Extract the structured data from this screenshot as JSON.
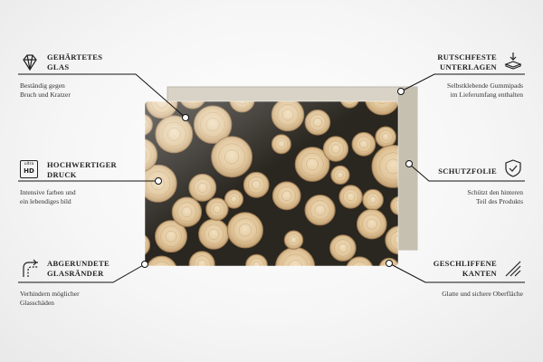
{
  "features": {
    "hardened_glass": {
      "title_line1": "GEHÄRTETES",
      "title_line2": "GLAS",
      "desc_line1": "Beständig gegen",
      "desc_line2": "Bruch und Kratzer"
    },
    "high_quality_print": {
      "badge_line1": "ultra",
      "badge_line2": "HD",
      "title_line1": "HOCHWERTIGER",
      "title_line2": "DRUCK",
      "desc_line1": "Intensive farben und",
      "desc_line2": "ein lebendiges bild"
    },
    "rounded_edges": {
      "title_line1": "ABGERUNDETE",
      "title_line2": "GLASRÄNDER",
      "desc_line1": "Verhindern möglicher",
      "desc_line2": "Glasschäden"
    },
    "non_slip_pads": {
      "title_line1": "RUTSCHFESTE",
      "title_line2": "UNTERLAGEN",
      "desc_line1": "Selbstklebende Gummipads",
      "desc_line2": "im Lieferumfang enthalten"
    },
    "protective_film": {
      "title_line1": "SCHUTZFOLIE",
      "desc_line1": "Schützt den hinteren",
      "desc_line2": "Teil des Produkts"
    },
    "polished_edges": {
      "title_line1": "GESCHLIFFENE",
      "title_line2": "KANTEN",
      "desc_line1": "Glatte und sichere Oberfläche"
    }
  },
  "colors": {
    "board_back": "#cfcabd",
    "log_dark": "#2a2620",
    "log_light": "#e8d2ad",
    "log_mid": "#d2b285",
    "line": "#111111"
  }
}
